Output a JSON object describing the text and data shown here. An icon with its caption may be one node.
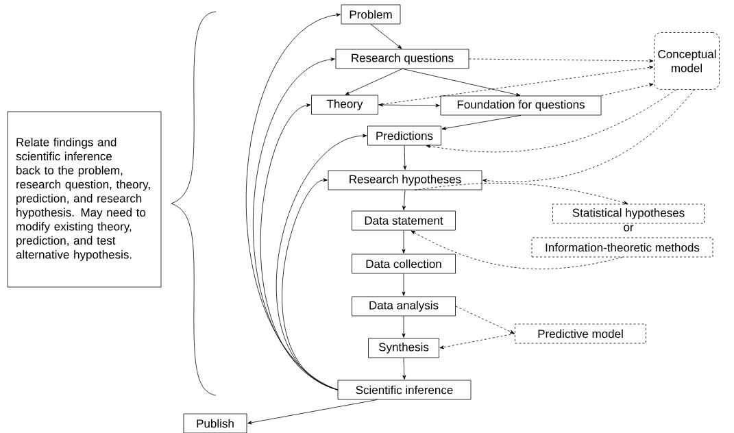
{
  "diagram": {
    "nodes": [
      {
        "text": [
          "Relate findings and scientific inference back to the problem, research question, theory, prediction, and research hypothesis. May need to modify existing theory, prediction, and test alternative hypothesis."
        ]
      },
      {
        "text": [
          "Problem"
        ]
      },
      {
        "text": [
          "Research questions"
        ]
      },
      {
        "text": [
          "Conceptual model"
        ]
      },
      {
        "text": [
          "Theory"
        ]
      },
      {
        "text": [
          "Foundation for questions"
        ]
      },
      {
        "text": [
          "Predictions"
        ]
      },
      {
        "text": [
          "Research hypotheses"
        ]
      },
      {
        "text": [
          "Data statement"
        ]
      },
      {
        "text": [
          "Statistical hypotheses"
        ]
      },
      {
        "text": [
          "Information-theoretic methods"
        ]
      },
      {
        "text": [
          "Data collection"
        ]
      },
      {
        "text": [
          "Data analysis"
        ]
      },
      {
        "text": [
          "Predictive model"
        ]
      },
      {
        "text": [
          "Synthesis"
        ]
      },
      {
        "text": [
          "Scientific inference"
        ]
      },
      {
        "text": [
          "Publish"
        ]
      }
    ],
    "edges": [
      {
        "from": 1,
        "to": 2,
        "arrow": "to"
      },
      {
        "from": 2,
        "to": 4,
        "arrow": "to"
      },
      {
        "from": 2,
        "to": 5,
        "arrow": "to"
      },
      {
        "from": 2,
        "to": 3,
        "arrow": "to",
        "style": "dashed"
      },
      {
        "from": 4,
        "to": 3,
        "arrow": "to",
        "style": "dashed"
      },
      {
        "from": 4,
        "to": 5,
        "arrow": "both"
      },
      {
        "from": 5,
        "to": 3,
        "arrow": "to",
        "style": "dashed"
      },
      {
        "from": 5,
        "to": 6,
        "arrow": "to"
      },
      {
        "from": 3,
        "to": 6,
        "arrow": "to",
        "style": "dashed"
      },
      {
        "from": 3,
        "to": 7,
        "arrow": "to",
        "style": "dashed"
      },
      {
        "from": 6,
        "to": 7,
        "arrow": "to"
      },
      {
        "from": 7,
        "to": 8,
        "arrow": "to"
      },
      {
        "from": 7,
        "to": 9,
        "arrow": "to",
        "style": "dashed"
      },
      {
        "from": 10,
        "to": 8,
        "arrow": "to",
        "style": "dashed"
      },
      {
        "from": 8,
        "to": 11,
        "arrow": "to"
      },
      {
        "from": 11,
        "to": 12,
        "arrow": "to"
      },
      {
        "from": 12,
        "to": 14,
        "arrow": "to"
      },
      {
        "from": 14,
        "to": 15,
        "arrow": "to"
      },
      {
        "from": 12,
        "to": 13,
        "arrow": "to",
        "style": "dashed"
      },
      {
        "from": 13,
        "to": 14,
        "arrow": "to",
        "style": "dashed"
      },
      {
        "from": 15,
        "to": 16,
        "arrow": "to"
      },
      {
        "from": 15,
        "to": 1,
        "arrow": "to"
      },
      {
        "from": 15,
        "to": 2,
        "arrow": "to"
      },
      {
        "from": 15,
        "to": 4,
        "arrow": "to"
      },
      {
        "from": 15,
        "to": 6,
        "arrow": "to"
      },
      {
        "from": 15,
        "to": 7,
        "arrow": "to"
      }
    ],
    "labels": [
      "or"
    ]
  }
}
